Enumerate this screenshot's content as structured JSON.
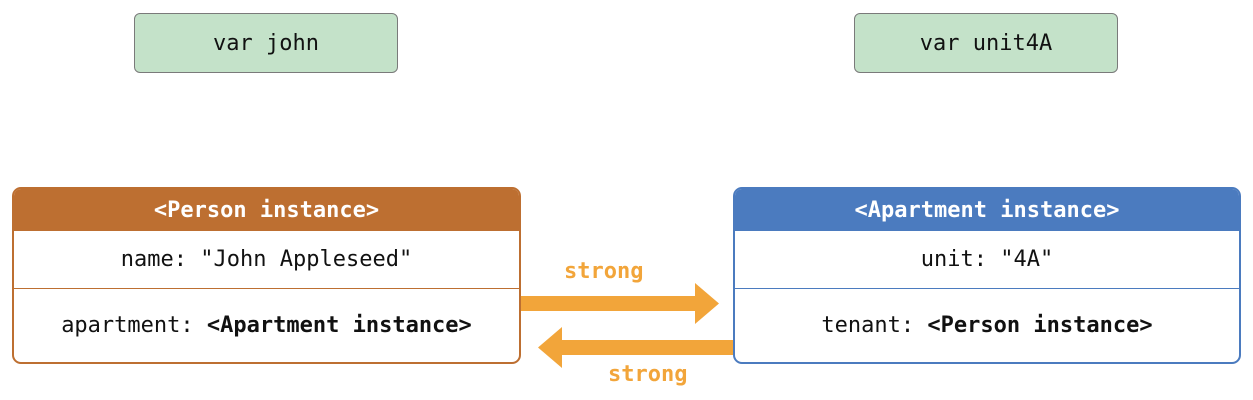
{
  "variables": {
    "john": "var john",
    "unit4A": "var unit4A"
  },
  "person_instance": {
    "header": "<Person instance>",
    "name_key": "name: ",
    "name_value": "\"John Appleseed\"",
    "apartment_key": "apartment: ",
    "apartment_value": "<Apartment instance>"
  },
  "apartment_instance": {
    "header": "<Apartment instance>",
    "unit_key": "unit: ",
    "unit_value": "\"4A\"",
    "tenant_key": "tenant: ",
    "tenant_value": "<Person instance>"
  },
  "references": {
    "person_to_apartment": "strong",
    "apartment_to_person": "strong"
  },
  "colors": {
    "person": "#bd6f31",
    "apartment": "#4b7bbf",
    "variable_fill": "#c4e2c9",
    "arrow": "#f2a53a"
  }
}
